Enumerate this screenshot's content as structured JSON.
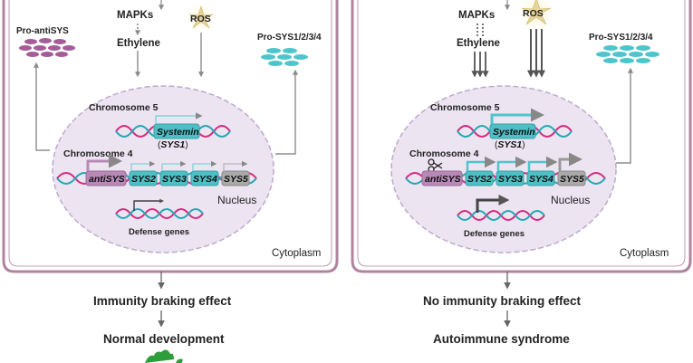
{
  "left_panel": {
    "mapks": "MAPKs",
    "ros": "ROS",
    "ethylene": "Ethylene",
    "pro_antisys": "Pro-antiSYS",
    "pro_sys": "Pro-SYS1/2/3/4",
    "chromosome5": "Chromosome 5",
    "systemin": "Systemin",
    "sys1_open": "(",
    "sys1": "SYS1",
    "sys1_close": ")",
    "chromosome4": "Chromosome 4",
    "genes": [
      "antiSYS",
      "SYS2",
      "SYS3",
      "SYS4",
      "SYS5"
    ],
    "nucleus": "Nucleus",
    "defense_genes": "Defense genes",
    "cytoplasm": "Cytoplasm",
    "outcome1": "Immunity braking effect",
    "outcome2": "Normal development"
  },
  "right_panel": {
    "mapks": "MAPKs",
    "ros": "ROS",
    "ethylene": "Ethylene",
    "pro_sys": "Pro-SYS1/2/3/4",
    "chromosome5": "Chromosome 5",
    "systemin": "Systemin",
    "sys1_open": "(",
    "sys1": "SYS1",
    "sys1_close": ")",
    "chromosome4": "Chromosome 4",
    "genes": [
      "antiSYS",
      "SYS2",
      "SYS3",
      "SYS4",
      "SYS5"
    ],
    "nucleus": "Nucleus",
    "defense_genes": "Defense genes",
    "cytoplasm": "Cytoplasm",
    "outcome1": "No immunity braking effect",
    "outcome2": "Autoimmune syndrome"
  },
  "colors": {
    "cell_border": "#b0839f",
    "nucleus_fill": "#ece4f1",
    "nucleus_border": "#bfa9cc",
    "pro_antisys": "#a55d97",
    "pro_sys": "#4ec5cc",
    "antisys_box": "#b889b6",
    "sys_box": "#4ebfc4",
    "sys5_box": "#a9a9a9",
    "dna_pink": "#d8297e",
    "dna_teal": "#20a9b4",
    "arrow": "#666666",
    "plant": "#2e9e3b"
  },
  "icons": [
    "ros-star-icon",
    "scissors-icon",
    "plant-icon"
  ]
}
